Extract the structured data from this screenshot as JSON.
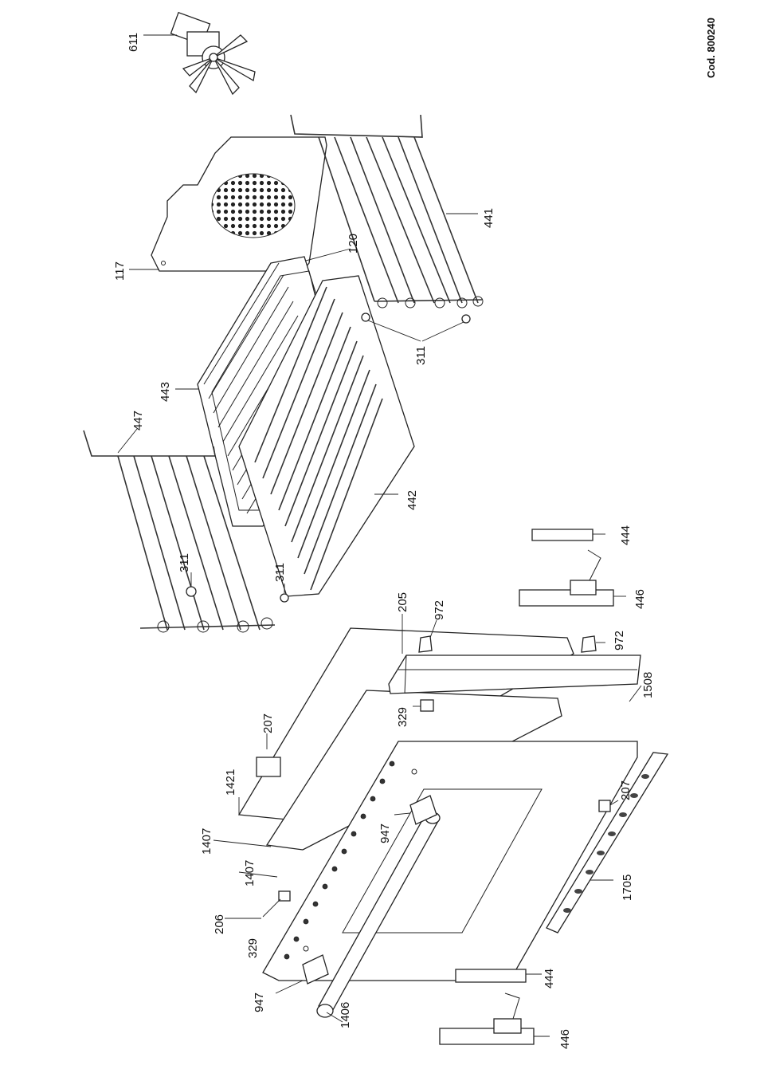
{
  "document_code": "Cod. 800240",
  "callouts": {
    "c611": "611",
    "c117": "117",
    "c120": "120",
    "c441": "441",
    "c311a": "311",
    "c443": "443",
    "c447": "447",
    "c442": "442",
    "c311b": "311",
    "c311c": "311",
    "c205": "205",
    "c972a": "972",
    "c972b": "972",
    "c444a": "444",
    "c446a": "446",
    "c207a": "207",
    "c1421": "1421",
    "c1407a": "1407",
    "c1407b": "1407",
    "c206": "206",
    "c329a": "329",
    "c329b": "329",
    "c947a": "947",
    "c947b": "947",
    "c1508": "1508",
    "c207b": "207",
    "c1705": "1705",
    "c444b": "444",
    "c1406": "1406",
    "c446b": "446"
  }
}
